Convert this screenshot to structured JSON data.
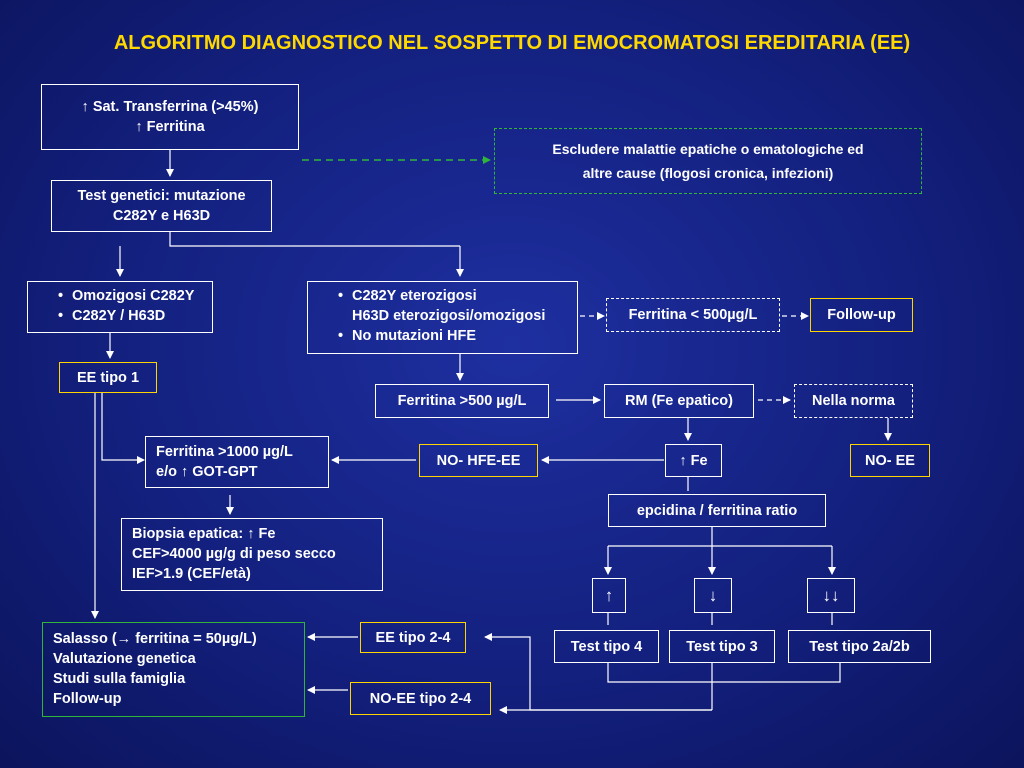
{
  "title": "ALGORITMO DIAGNOSTICO NEL SOSPETTO DI EMOCROMATOSI EREDITARIA (EE)",
  "colors": {
    "background": "#13207e",
    "title": "#ffd800",
    "green": "#2fb53a",
    "yellow": "#ffd400",
    "white": "#ffffff"
  },
  "nodes": {
    "start": {
      "line1": "↑ Sat.  Transferrina (>45%)",
      "line2": "↑ Ferritina"
    },
    "exclude": {
      "line1": "Escludere malattie epatiche o ematologiche ed",
      "line2": "altre cause  (flogosi cronica, infezioni)"
    },
    "genetic": {
      "line1": "Test genetici: mutazione",
      "line2": "C282Y e H63D"
    },
    "homo": {
      "items": [
        "Omozigosi C282Y",
        "C282Y / H63D"
      ]
    },
    "hetero": {
      "item1_line1": "C282Y eterozigosi",
      "item1_line2": "H63D eterozigosi/omozigosi",
      "item2": "No mutazioni HFE"
    },
    "ferr_low": "Ferritina < 500µg/L",
    "followup": "Follow-up",
    "ee1": "EE tipo 1",
    "ferr_high": "Ferritina >500 µg/L",
    "rm": "RM (Fe epatico)",
    "norm": "Nella norma",
    "ferr1000": {
      "line1": "Ferritina >1000 µg/L",
      "line2": "e/o ↑ GOT-GPT"
    },
    "nohfe": "NO- HFE-EE",
    "fe_up": "↑ Fe",
    "noee": "NO- EE",
    "epcidina": "epcidina /  ferritina ratio",
    "biopsy": {
      "line1": "Biopsia epatica: ↑ Fe",
      "line2": "CEF>4000 µg/g di peso secco",
      "line3": "IEF>1.9 (CEF/età)"
    },
    "arrow_up": "↑",
    "arrow_down": "↓",
    "arrow_down2": "↓↓",
    "salasso": {
      "line1": "Salasso (→ ferritina = 50µg/L)",
      "line2": "Valutazione genetica",
      "line3": "Studi sulla famiglia",
      "line4": "Follow-up"
    },
    "ee24": "EE tipo 2-4",
    "noee24": "NO-EE tipo 2-4",
    "test4": "Test tipo 4",
    "test3": "Test tipo 3",
    "test2": "Test tipo 2a/2b"
  }
}
